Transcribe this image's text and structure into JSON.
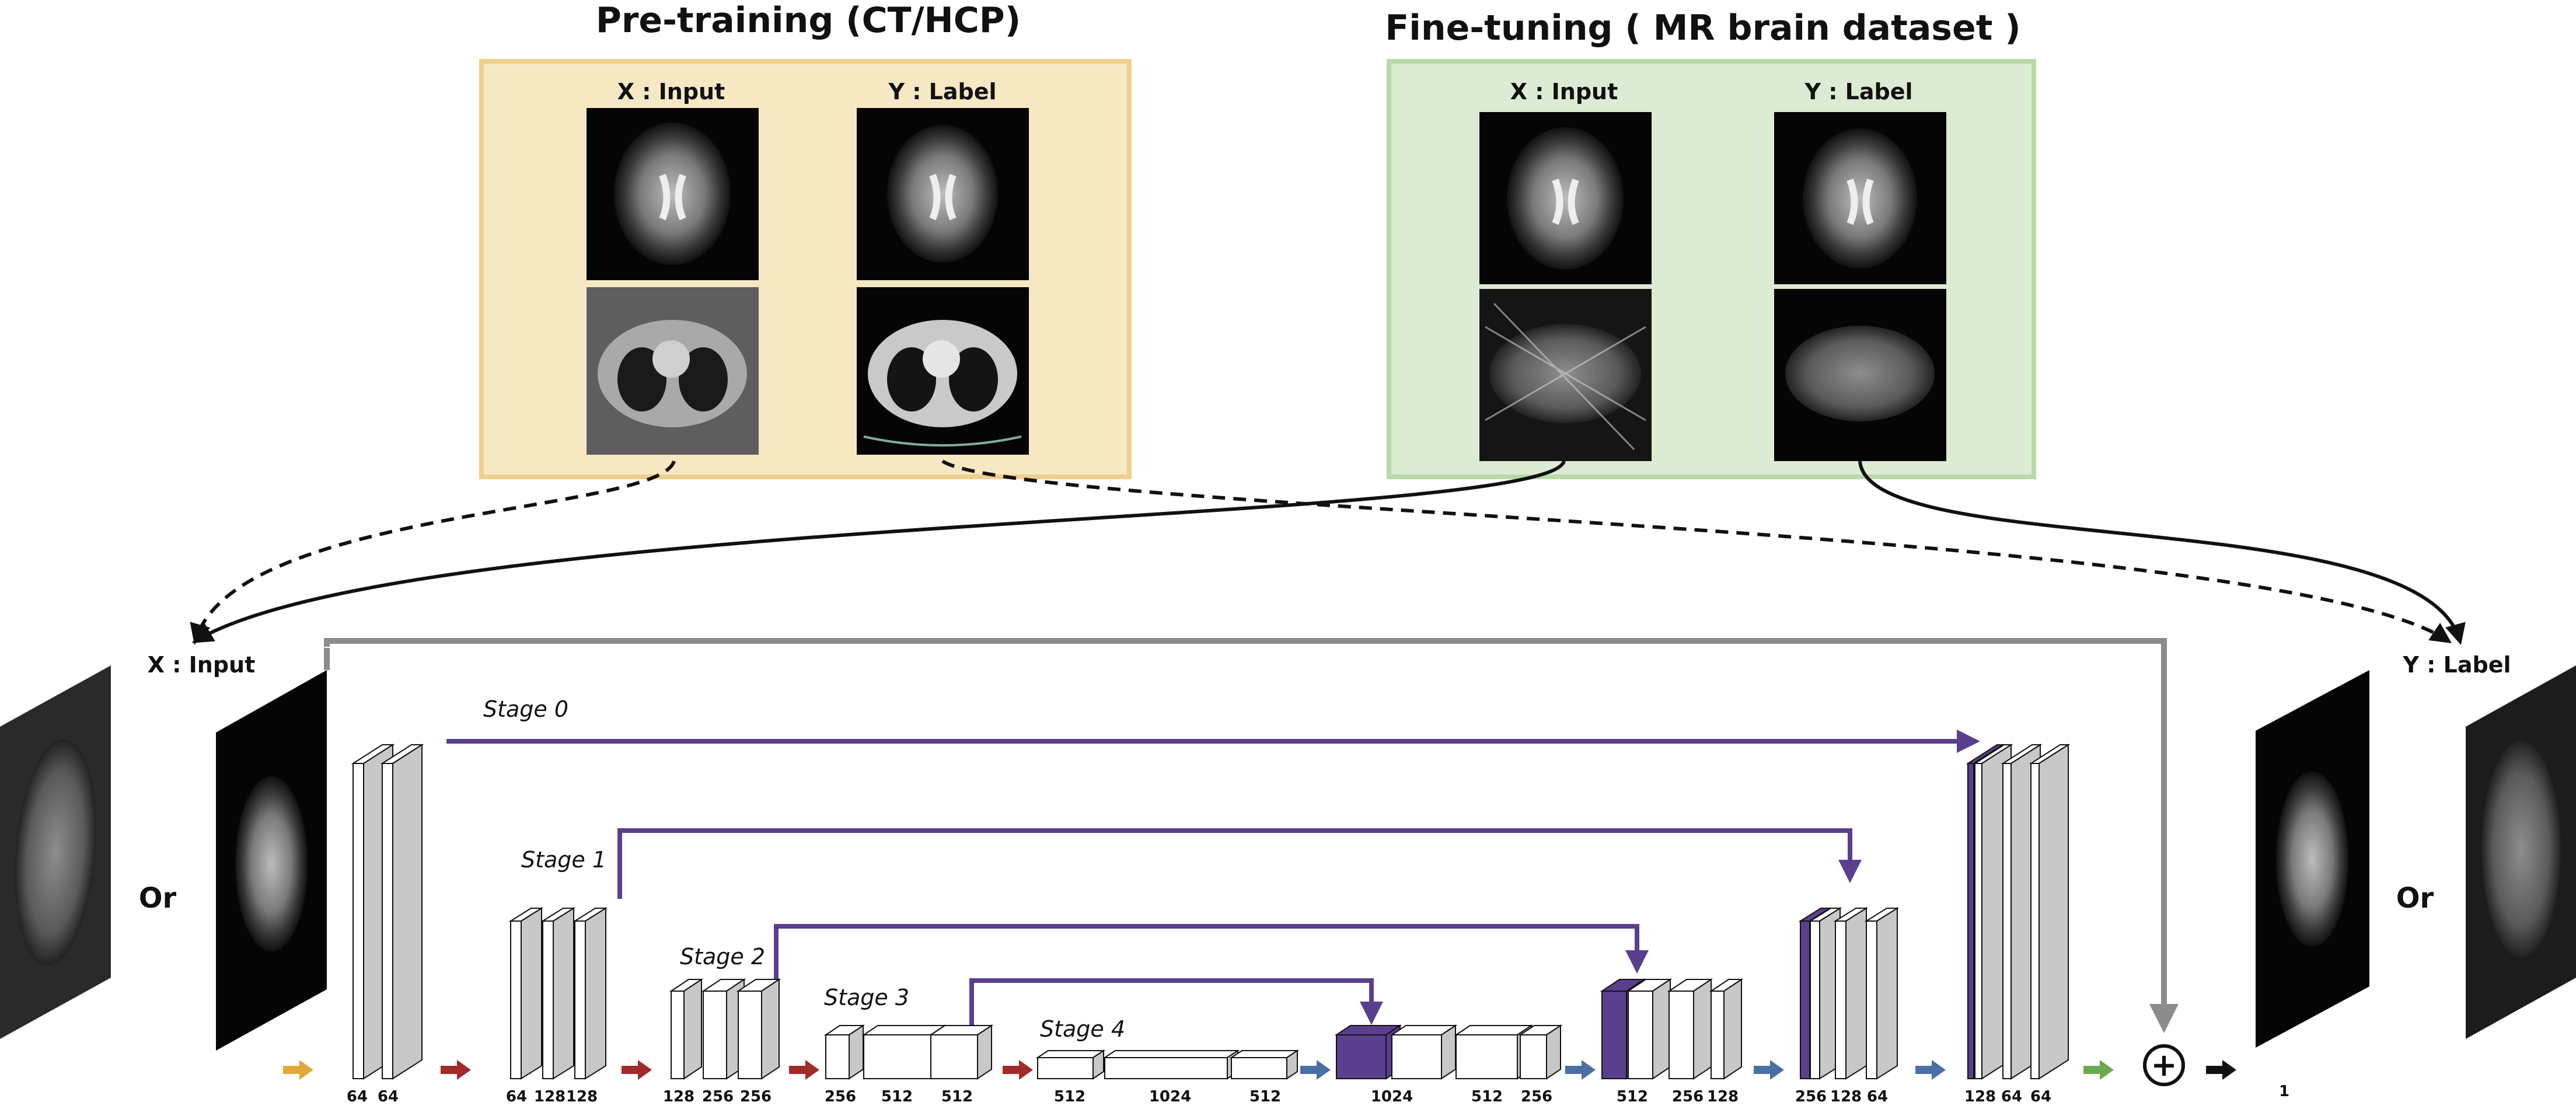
{
  "pretraining": {
    "title": "Pre-training  (CT/HCP)",
    "x_label": "X : Input",
    "y_label": "Y : Label"
  },
  "finetuning": {
    "title": "Fine-tuning ( MR brain dataset )",
    "x_label": "X : Input",
    "y_label": "Y : Label"
  },
  "network": {
    "input_label": "X : Input",
    "output_label": "Y : Label",
    "or_left": "Or",
    "or_right": "Or",
    "stages": [
      "Stage 0",
      "Stage 1",
      "Stage 2",
      "Stage 3",
      "Stage 4"
    ],
    "channels": {
      "stage0_enc": [
        "64",
        "64"
      ],
      "stage1_enc": [
        "64",
        "128",
        "128"
      ],
      "stage2_enc": [
        "128",
        "256",
        "256"
      ],
      "stage3_enc": [
        "256",
        "512",
        "512"
      ],
      "stage4": [
        "512",
        "1024",
        "512"
      ],
      "stage3_dec": [
        "1024",
        "512",
        "256"
      ],
      "stage2_dec": [
        "512",
        "256",
        "128"
      ],
      "stage1_dec": [
        "256",
        "128",
        "64"
      ],
      "stage0_dec": [
        "128",
        "64",
        "64"
      ],
      "output": "1"
    },
    "plus_symbol": "+"
  },
  "colors": {
    "pretrain_bg": "#f6e8c3",
    "pretrain_border": "#efcf8c",
    "finetune_bg": "#dcebd3",
    "finetune_border": "#b9d9a8",
    "skip": "#5b3f8f",
    "residual": "#8c8c8c",
    "arrow_orange": "#e0a93a",
    "arrow_red": "#a12a2a",
    "arrow_blue": "#4a6fa5",
    "arrow_green": "#6aaa4f",
    "block_gray": "#c8c8c8",
    "block_purple": "#5b3f8f"
  }
}
